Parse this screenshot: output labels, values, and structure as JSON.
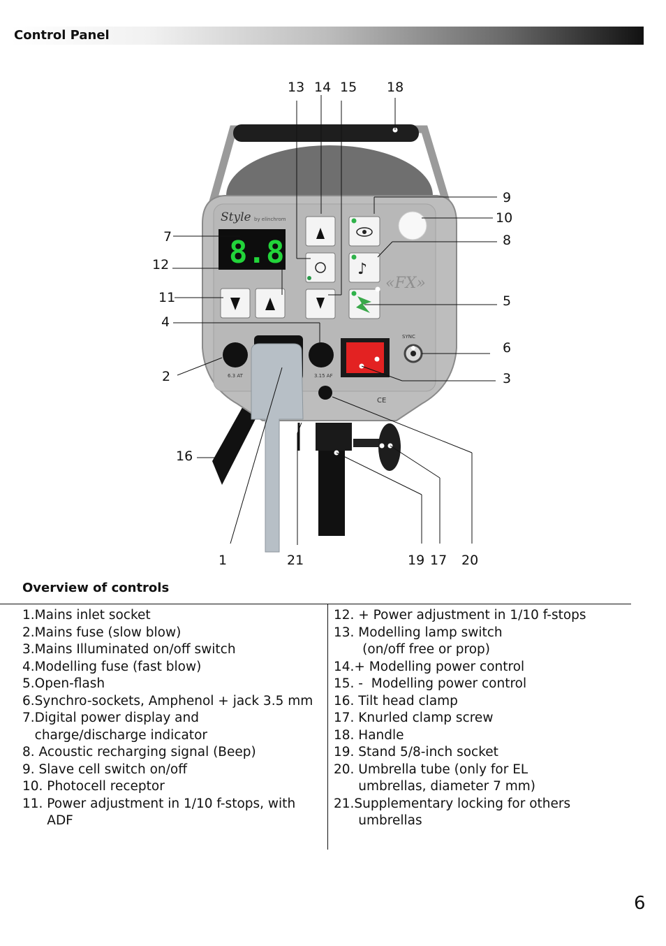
{
  "header": {
    "title": "Control Panel"
  },
  "figure": {
    "callouts": [
      "1",
      "2",
      "3",
      "4",
      "5",
      "6",
      "7",
      "8",
      "9",
      "10",
      "11",
      "12",
      "13",
      "14",
      "15",
      "16",
      "17",
      "18",
      "19",
      "20",
      "21"
    ],
    "device": {
      "brand": "Style",
      "brand_sub": "by elinchrom",
      "display_value": "8.8",
      "fuse_label_left": "6.3 AT",
      "fuse_label_right": "3.15 AF",
      "sync_label": "SYNC",
      "ce_mark": "CE"
    }
  },
  "overview": {
    "title": "Overview of controls",
    "left": [
      "1.Mains inlet socket",
      "2.Mains fuse (slow blow)",
      "3.Mains Illuminated on/off switch",
      "4.Modelling fuse (fast blow)",
      "5.Open-flash",
      "6.Synchro-sockets, Amphenol + jack 3.5 mm",
      "7.Digital power display and",
      "   charge/discharge indicator",
      "8. Acoustic recharging signal (Beep)",
      "9. Slave cell switch on/off",
      "10. Photocell receptor",
      "11. Power adjustment in 1/10 f-stops, with",
      "      ADF"
    ],
    "right": [
      "12. + Power adjustment in 1/10 f-stops",
      "13. Modelling lamp switch",
      "       (on/off free or prop)",
      "14.+ Modelling power control",
      "15. -  Modelling power control",
      "16. Tilt head clamp",
      "17. Knurled clamp screw",
      "18. Handle",
      "19. Stand 5/8-inch socket",
      "20. Umbrella tube (only for EL",
      "      umbrellas, diameter 7 mm)",
      "21.Supplementary locking for others",
      "      umbrellas"
    ]
  },
  "page": {
    "number": "6"
  }
}
